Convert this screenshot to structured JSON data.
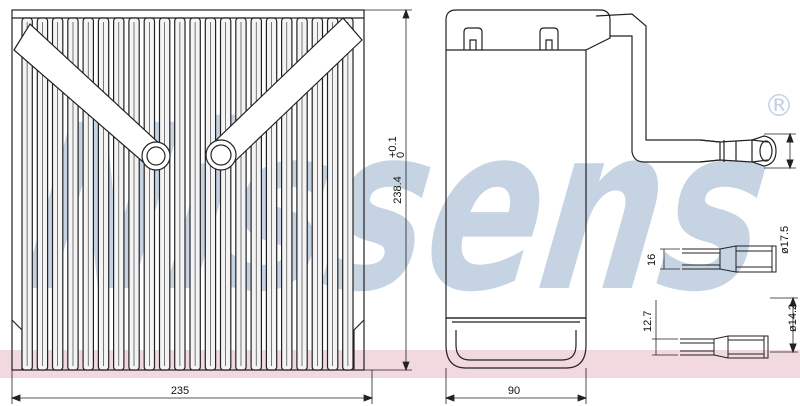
{
  "watermark": {
    "brand": "Nissens",
    "registered_mark": "®",
    "band_color": "#f1d9df",
    "text_color": "#c5d3e3"
  },
  "dimensions": {
    "core_width": "235",
    "core_height": "238.4",
    "core_height_tolerance_upper": "+0.1",
    "core_height_tolerance_lower": "0",
    "core_depth": "90",
    "pipe_large_outer_diameter": "ø17.5",
    "pipe_large_length": "16",
    "pipe_small_outer_diameter": "ø14.2",
    "pipe_small_length": "12.7"
  },
  "colors": {
    "line": "#222222",
    "fin_fill": "#f4f4f4"
  }
}
